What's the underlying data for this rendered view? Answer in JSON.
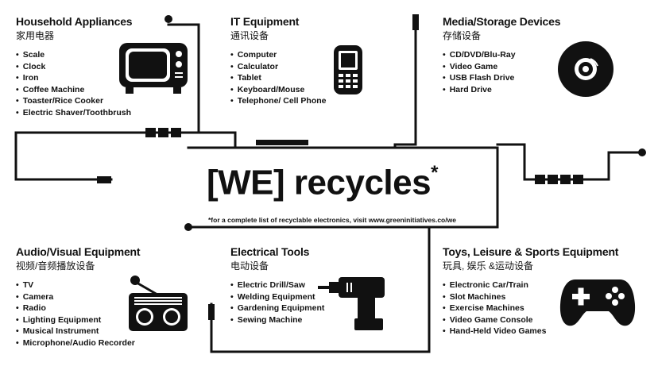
{
  "title": "[WE] recycles",
  "title_mark": "*",
  "footnote": "*for a complete list of recyclable electronics, visit www.greeninitiatives.co/we",
  "categories": {
    "household": {
      "title": "Household Appliances",
      "title_zh": "家用电器",
      "items": [
        "Scale",
        "Clock",
        "Iron",
        "Coffee Machine",
        "Toaster/Rice Cooker",
        "Electric Shaver/Toothbrush"
      ],
      "icon": "tv-icon"
    },
    "it": {
      "title": "IT Equipment",
      "title_zh": "通讯设备",
      "items": [
        "Computer",
        "Calculator",
        "Tablet",
        "Keyboard/Mouse",
        "Telephone/ Cell Phone"
      ],
      "icon": "phone-icon"
    },
    "media": {
      "title": "Media/Storage Devices",
      "title_zh": "存储设备",
      "items": [
        "CD/DVD/Blu-Ray",
        "Video Game",
        "USB Flash Drive",
        "Hard Drive"
      ],
      "icon": "disc-icon"
    },
    "av": {
      "title": "Audio/Visual Equipment",
      "title_zh": "视频/音频播放设备",
      "items": [
        "TV",
        "Camera",
        "Radio",
        "Lighting Equipment",
        "Musical Instrument",
        "Microphone/Audio Recorder"
      ],
      "icon": "radio-icon"
    },
    "tools": {
      "title": "Electrical Tools",
      "title_zh": "电动设备",
      "items": [
        "Electric Drill/Saw",
        "Welding Equipment",
        "Gardening Equipment",
        "Sewing Machine"
      ],
      "icon": "drill-icon"
    },
    "toys": {
      "title": "Toys, Leisure & Sports Equipment",
      "title_zh": "玩具, 娱乐 &运动设备",
      "items": [
        "Electronic Car/Train",
        "Slot Machines",
        "Exercise Machines",
        "Video Game Console",
        "Hand-Held Video Games"
      ],
      "icon": "gamepad-icon"
    }
  },
  "colors": {
    "ink": "#111111",
    "background": "#ffffff"
  }
}
